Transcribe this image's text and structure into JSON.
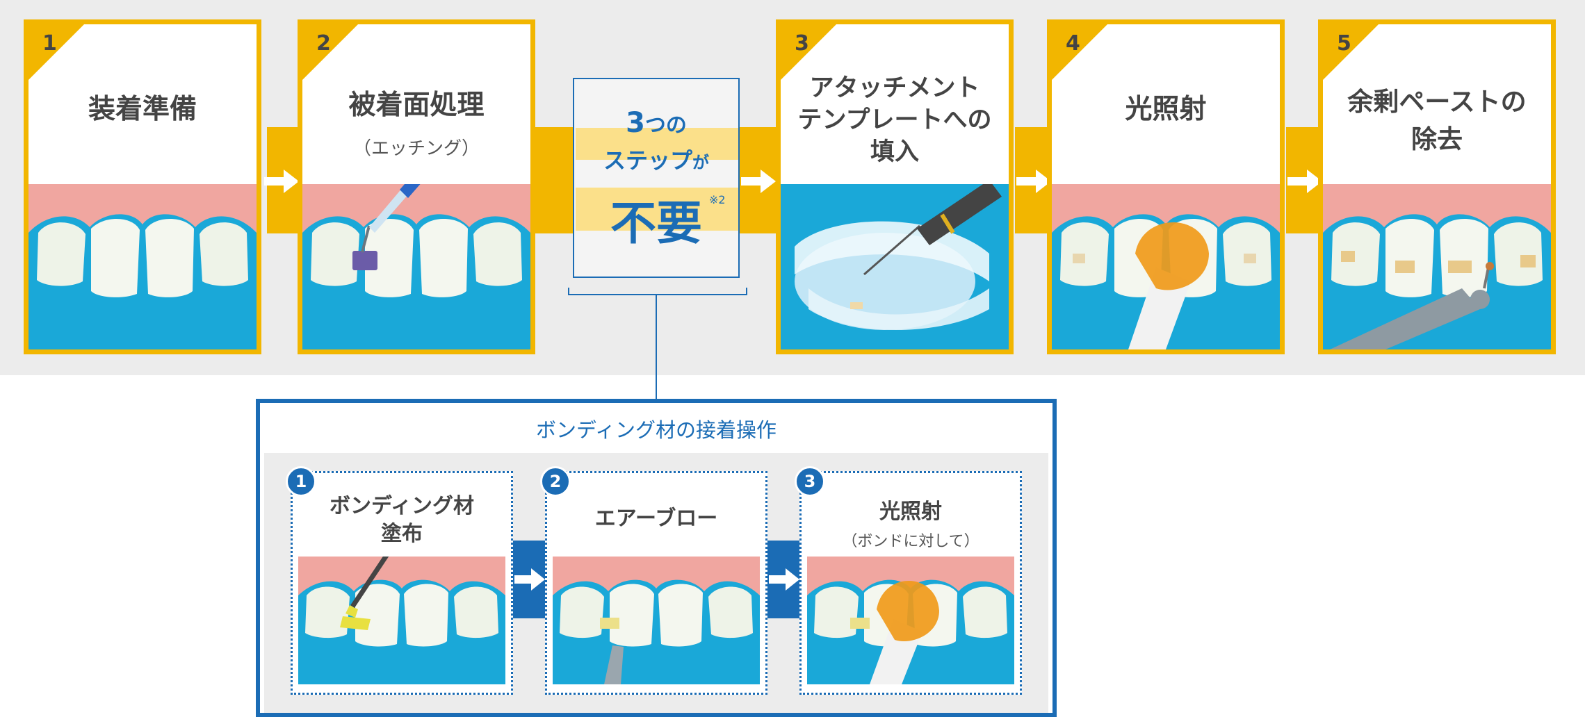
{
  "steps": [
    {
      "num": "1",
      "title_lines": [
        "装着準備"
      ],
      "sub": ""
    },
    {
      "num": "2",
      "title_lines": [
        "被着面処理"
      ],
      "sub": "（エッチング）"
    },
    {
      "num": "3",
      "title_lines": [
        "アタッチメント",
        "テンプレートへの",
        "填入"
      ],
      "sub": ""
    },
    {
      "num": "4",
      "title_lines": [
        "光照射"
      ],
      "sub": ""
    },
    {
      "num": "5",
      "title_lines": [
        "余剰ペーストの",
        "除去"
      ],
      "sub": ""
    }
  ],
  "skip": {
    "line1_num": "3",
    "line1_rest": "つの",
    "line2": "ステップ",
    "line2_suffix": "が",
    "main": "不要",
    "note": "※2"
  },
  "bonding": {
    "title": "ボンディング材の接着操作",
    "steps": [
      {
        "num": "1",
        "title_lines": [
          "ボンディング材",
          "塗布"
        ],
        "sub": ""
      },
      {
        "num": "2",
        "title_lines": [
          "エアーブロー"
        ],
        "sub": ""
      },
      {
        "num": "3",
        "title_lines": [
          "光照射"
        ],
        "sub": "（ボンドに対して）"
      }
    ]
  },
  "colors": {
    "accent_yellow": "#f2b600",
    "accent_blue": "#1b6cb5",
    "gum": "#f0a6a0",
    "water": "#1aa8d8"
  }
}
